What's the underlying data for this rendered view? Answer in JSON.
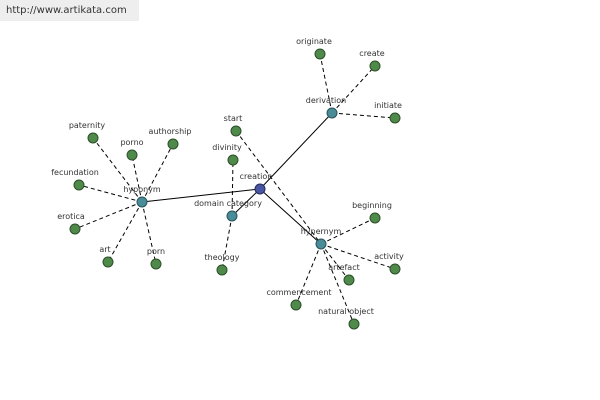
{
  "header": {
    "url": "http://www.artikata.com"
  },
  "graph": {
    "center": "creation",
    "hubs": [
      "hyponym",
      "derivation",
      "hypernym",
      "domain category"
    ],
    "leaves": [
      "originate",
      "create",
      "initiate",
      "start",
      "divinity",
      "theology",
      "paternity",
      "porno",
      "authorship",
      "fecundation",
      "erotica",
      "art",
      "porn",
      "beginning",
      "activity",
      "artefact",
      "commencement",
      "natural object"
    ],
    "colors": {
      "leaf": "#4f8a4a",
      "hub": "#4a8c97",
      "center": "#4a55a0"
    }
  }
}
